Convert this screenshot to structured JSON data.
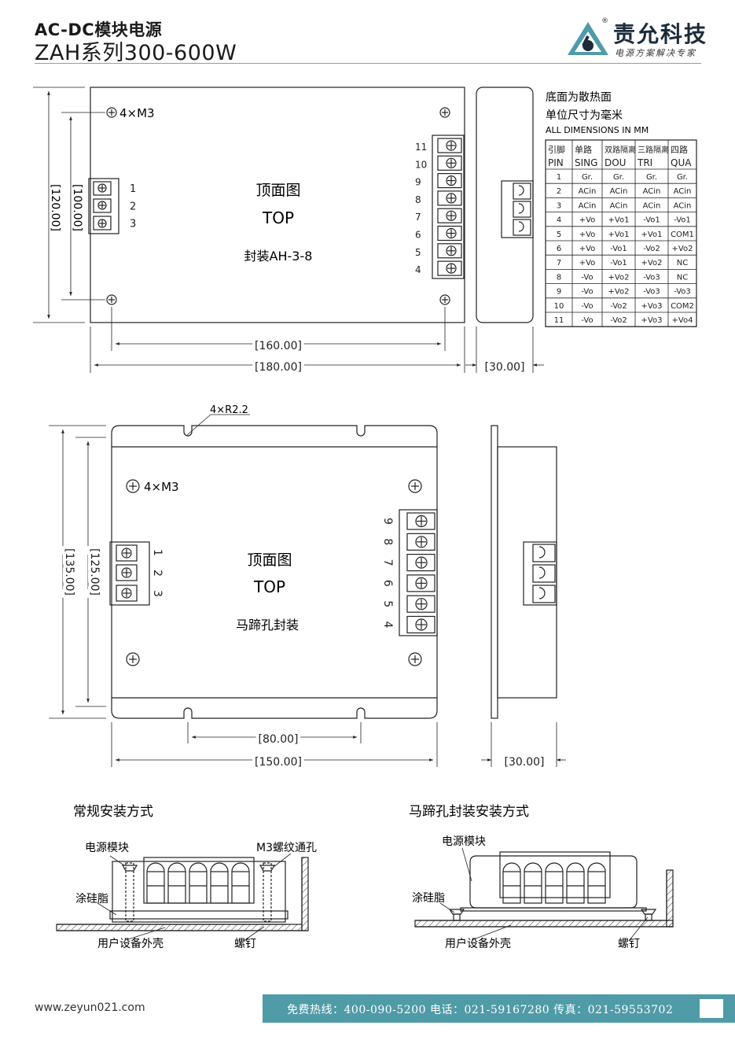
{
  "header": {
    "title_line1": "AC-DC模块电源",
    "title_line2": "ZAH系列300-600W",
    "brand_name": "责允科技",
    "brand_slogan": "电源方案解决专家",
    "brand_reg": "®"
  },
  "drawing1": {
    "hole_label": "4×M3",
    "top_cn": "顶面图",
    "top_en": "TOP",
    "package": "封装AH-3-8",
    "left_pins": [
      "1",
      "2",
      "3"
    ],
    "right_pins": [
      "11",
      "10",
      "9",
      "8",
      "7",
      "6",
      "5",
      "4"
    ],
    "dim_height_inner": "[100.00]",
    "dim_height_outer": "[120.00]",
    "dim_width_inner": "[160.00]",
    "dim_width_outer": "[180.00]",
    "dim_side": "[30.00]"
  },
  "notes": {
    "line1": "底面为散热面",
    "line2": "单位尺寸为毫米",
    "line3": "ALL DIMENSIONS IN MM"
  },
  "pin_table": {
    "headers_cn": [
      "引脚",
      "单路",
      "双路隔离",
      "三路隔离",
      "四路"
    ],
    "headers_en": [
      "PIN",
      "SING",
      "DOU",
      "TRI",
      "QUA"
    ],
    "rows": [
      [
        "1",
        "Gr.",
        "Gr.",
        "Gr.",
        "Gr."
      ],
      [
        "2",
        "ACin",
        "ACin",
        "ACin",
        "ACin"
      ],
      [
        "3",
        "ACin",
        "ACin",
        "ACin",
        "ACin"
      ],
      [
        "4",
        "+Vo",
        "+Vo1",
        "-Vo1",
        "-Vo1"
      ],
      [
        "5",
        "+Vo",
        "+Vo1",
        "+Vo1",
        "COM1"
      ],
      [
        "6",
        "+Vo",
        "-Vo1",
        "-Vo2",
        "+Vo2"
      ],
      [
        "7",
        "+Vo",
        "-Vo1",
        "+Vo2",
        "NC"
      ],
      [
        "8",
        "-Vo",
        "+Vo2",
        "-Vo3",
        "NC"
      ],
      [
        "9",
        "-Vo",
        "+Vo2",
        "-Vo3",
        "-Vo3"
      ],
      [
        "10",
        "-Vo",
        "-Vo2",
        "+Vo3",
        "COM2"
      ],
      [
        "11",
        "-Vo",
        "-Vo2",
        "+Vo3",
        "+Vo4"
      ]
    ]
  },
  "drawing2": {
    "notch_label": "4×R2.2",
    "hole_label": "4×M3",
    "top_cn": "顶面图",
    "top_en": "TOP",
    "package": "马蹄孔封装",
    "left_pins": [
      "1",
      "2",
      "3"
    ],
    "right_pins": [
      "9",
      "8",
      "7",
      "6",
      "5",
      "4"
    ],
    "dim_height_inner": "[125.00]",
    "dim_height_outer": "[135.00]",
    "dim_width_inner": "[80.00]",
    "dim_width_outer": "[150.00]",
    "dim_side": "[30.00]"
  },
  "install": {
    "title_left": "常规安装方式",
    "title_right": "马蹄孔封装安装方式",
    "label_module": "电源模块",
    "label_screw_hole": "M3螺纹通孔",
    "label_grease": "涂硅脂",
    "label_case": "用户设备外壳",
    "label_screw": "螺钉"
  },
  "footer": {
    "website": "www.zeyun021.com",
    "contact": "免费热线：400-090-5200   电话：021-59167280   传真：021-59553702"
  },
  "colors": {
    "brand_green": "#4f9ba7",
    "logo_dark": "#1d2b3a"
  }
}
